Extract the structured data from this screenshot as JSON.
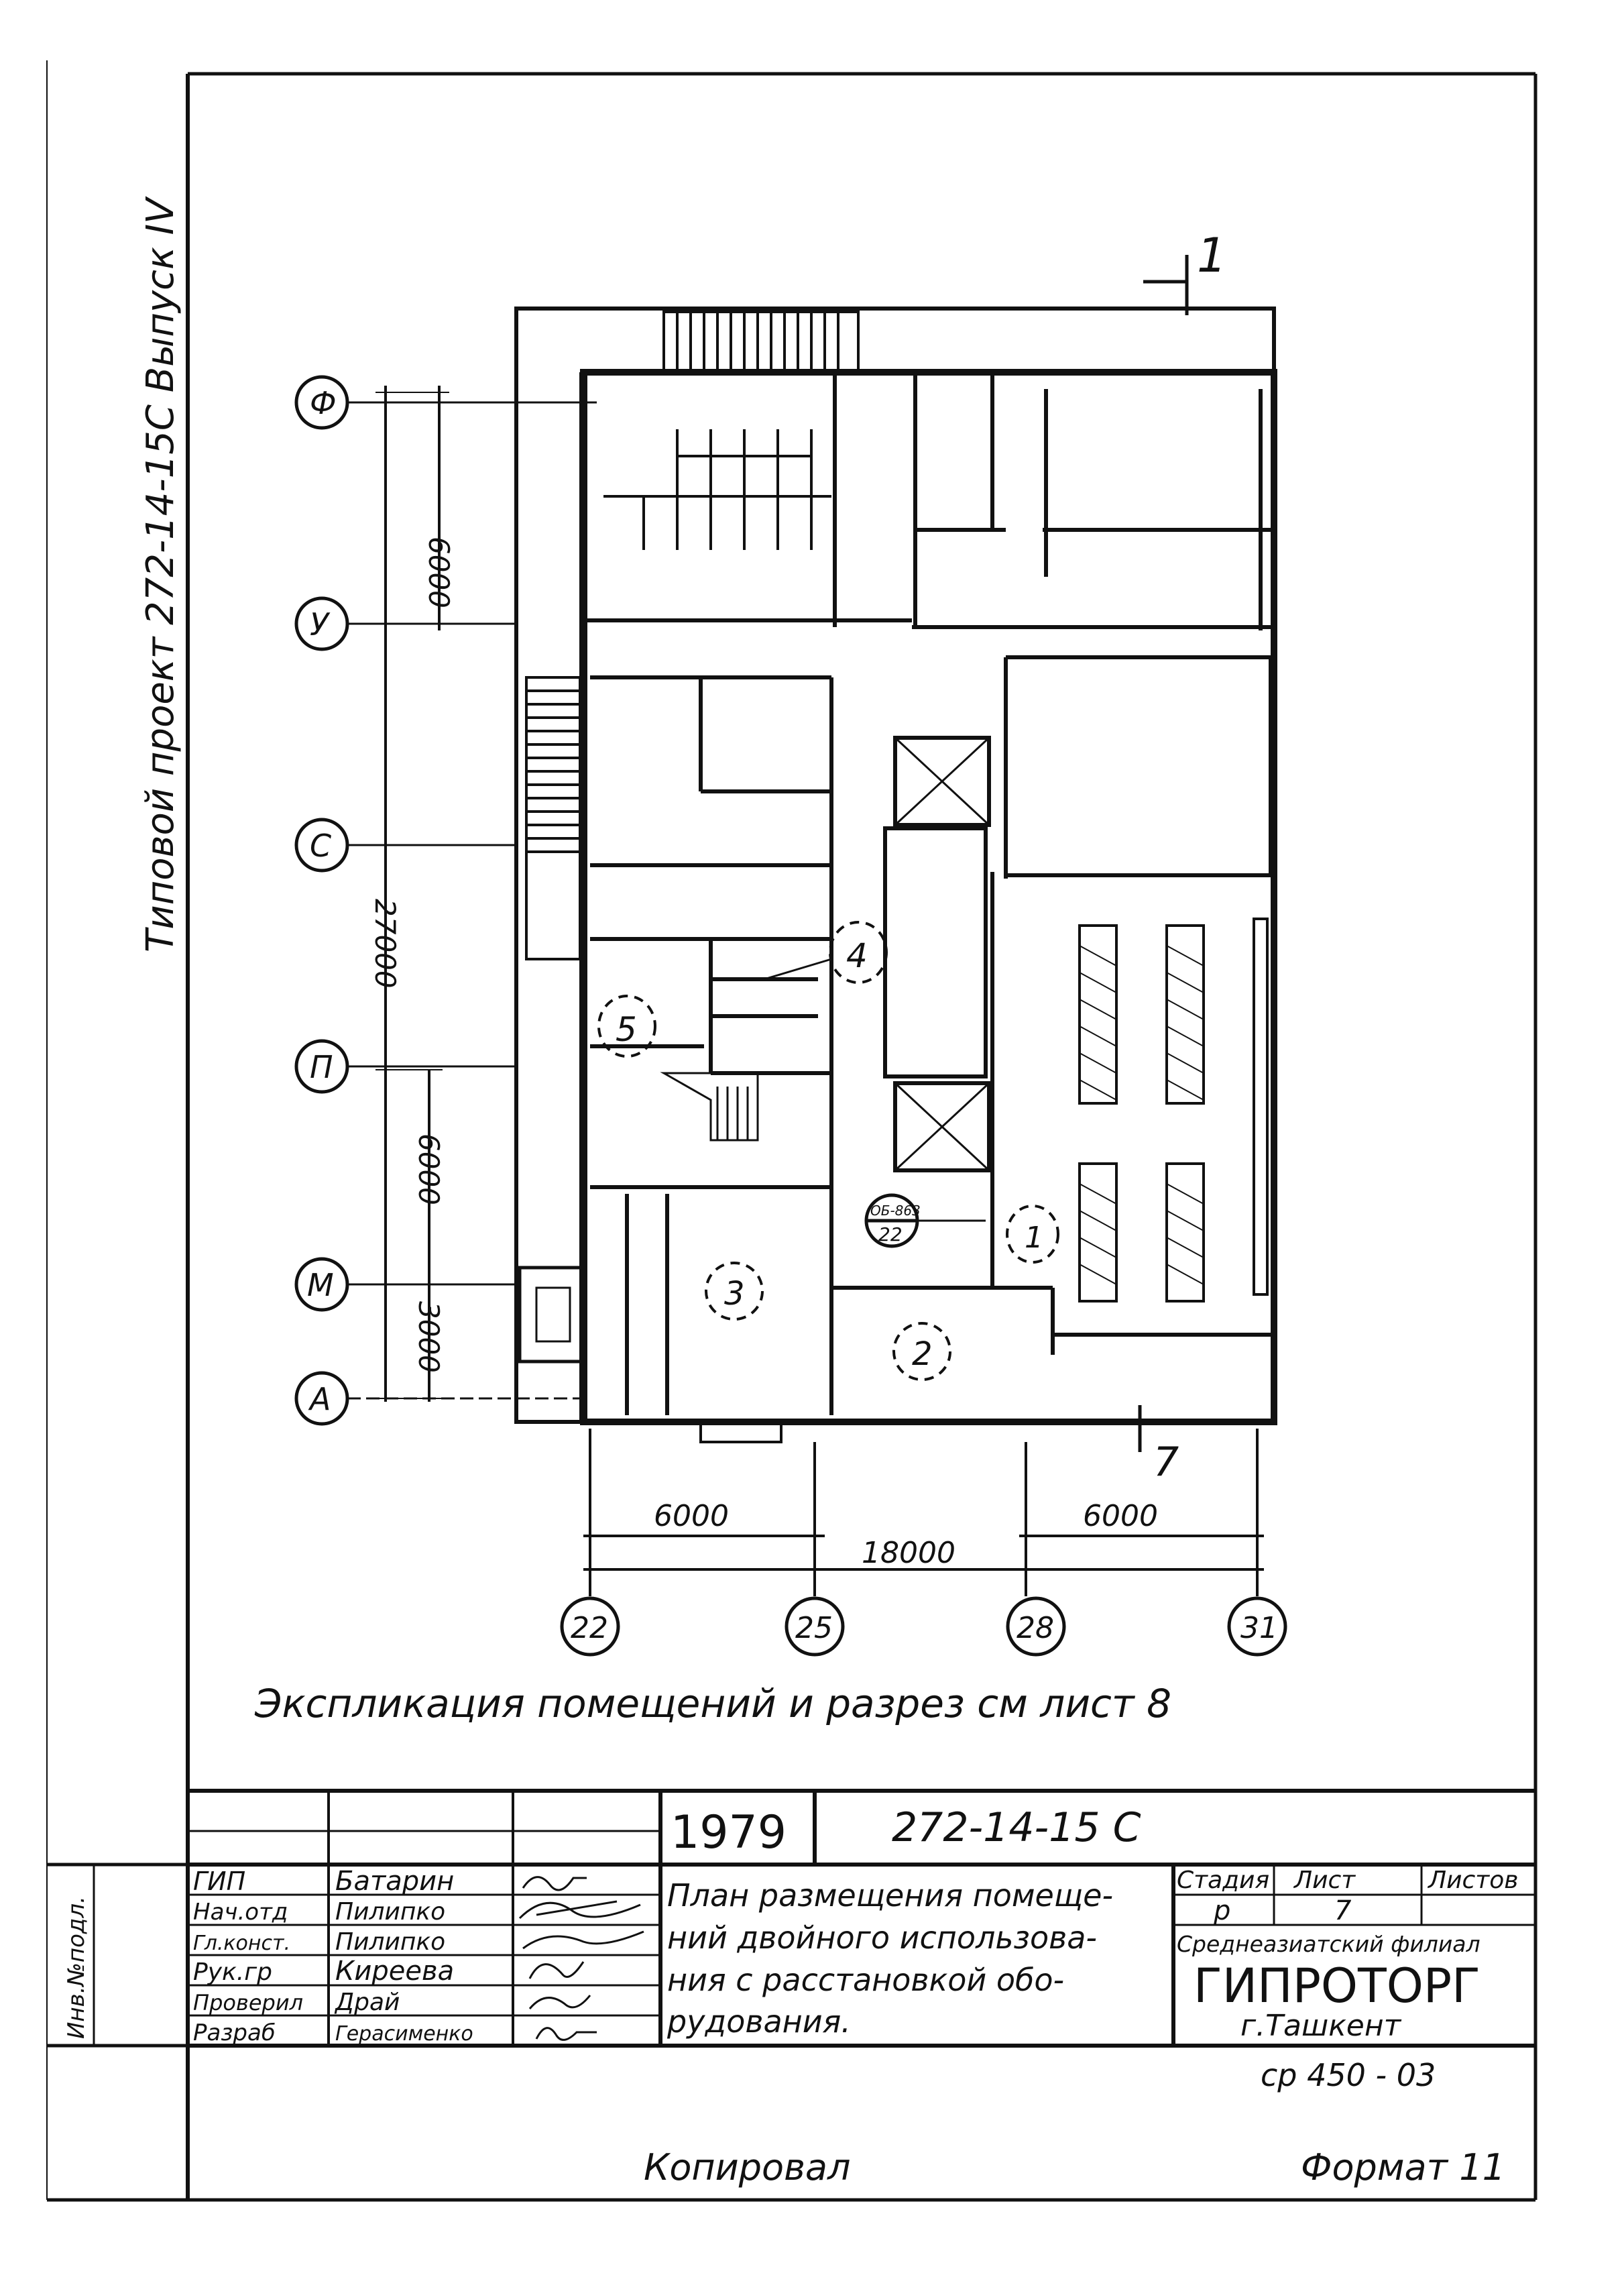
{
  "side_stamp": "Типовой проект 272-14-15С Выпуск IV",
  "section_marker": "1",
  "section_marker_bottom": "7",
  "axes_rows": [
    "Ф",
    "У",
    "С",
    "П",
    "М",
    "А"
  ],
  "axes_cols": [
    "22",
    "25",
    "28",
    "31"
  ],
  "dims_vertical": {
    "top": "6000",
    "total": "27000",
    "mid": "6000",
    "bottom": "3000"
  },
  "dims_horizontal": {
    "left": "6000",
    "right": "6000",
    "total": "18000"
  },
  "room_numbers": [
    "1",
    "2",
    "3",
    "4",
    "5"
  ],
  "callout": {
    "top": "ОБ-863",
    "bottom": "22"
  },
  "note": "Экспликация помещений и разрез см лист 8",
  "title_block": {
    "year": "1979",
    "code": "272-14-15 С",
    "roles": [
      "ГИП",
      "Нач.отд",
      "Гл.конст.",
      "Рук.гр",
      "Проверил",
      "Разраб"
    ],
    "names": [
      "Батарин",
      "Пилипко",
      "Пилипко",
      "Киреева",
      "Драй",
      "Герасименко"
    ],
    "title_lines": [
      "План размещения помеще-",
      "ний двойного использова-",
      "ния с расстановкой обо-",
      "рудования."
    ],
    "stage_label": "Стадия",
    "sheet_label": "Лист",
    "sheets_label": "Листов",
    "stage_value": "р",
    "sheet_value": "7",
    "org_line1": "Среднеазиатский филиал",
    "org_name": "ГИПРОТОРГ",
    "org_city": "г.Ташкент",
    "inv_label": "Инв.№подл.",
    "ref_code": "ср 450 - 03"
  },
  "footer": {
    "copied": "Копировал",
    "format": "Формат 11"
  }
}
